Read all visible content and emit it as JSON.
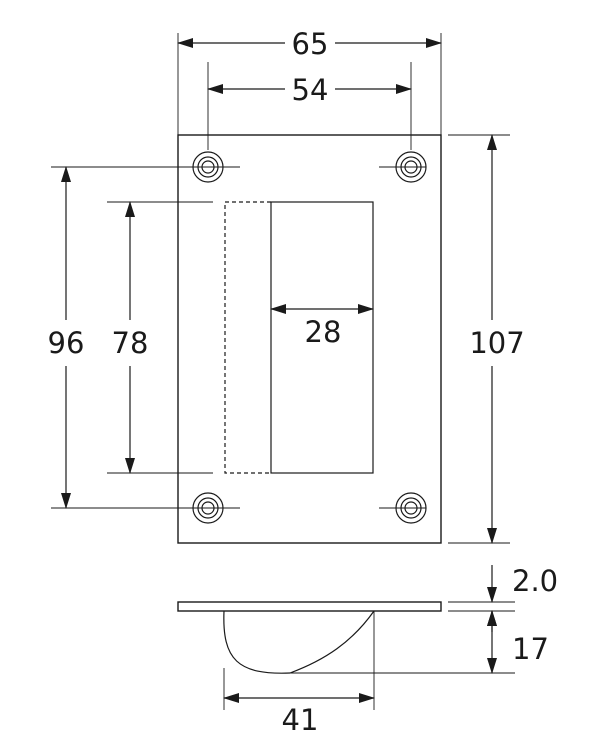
{
  "dimensions": {
    "overall_width": "65",
    "hole_spacing_horizontal": "54",
    "overall_height": "107",
    "hole_spacing_vertical": "96",
    "recess_height": "78",
    "recess_width": "28",
    "plate_thickness": "2.0",
    "recess_depth": "17",
    "recess_length_side": "41"
  },
  "colors": {
    "line": "#1a1a1a",
    "background": "#ffffff"
  }
}
